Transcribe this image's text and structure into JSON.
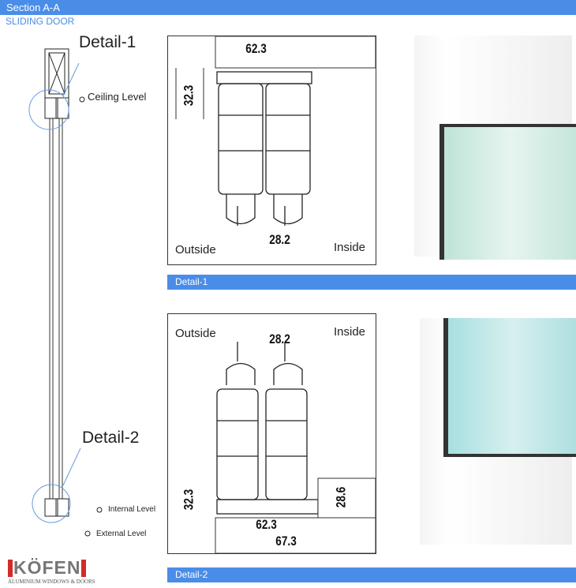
{
  "header": {
    "title": "Section A-A",
    "subtitle": "SLIDING DOOR"
  },
  "elevation": {
    "detail1": "Detail-1",
    "detail2": "Detail-2",
    "ceiling": "Ceiling Level",
    "internal": "Internal Level",
    "external": "External Level"
  },
  "detail1": {
    "bar": "Detail-1",
    "outside": "Outside",
    "inside": "Inside",
    "dims": [
      "62.3",
      "32.3",
      "28.2"
    ]
  },
  "detail2": {
    "bar": "Detail-2",
    "outside": "Outside",
    "inside": "Inside",
    "dims": [
      "28.2",
      "32.3",
      "28.6",
      "62.3",
      "67.3"
    ]
  },
  "logo": {
    "name": "KÖFEN",
    "tagline": "ALUMINIUM WINDOWS & DOORS"
  },
  "colors": {
    "accent": "#4a8de8",
    "logo_red": "#d42a2a"
  }
}
